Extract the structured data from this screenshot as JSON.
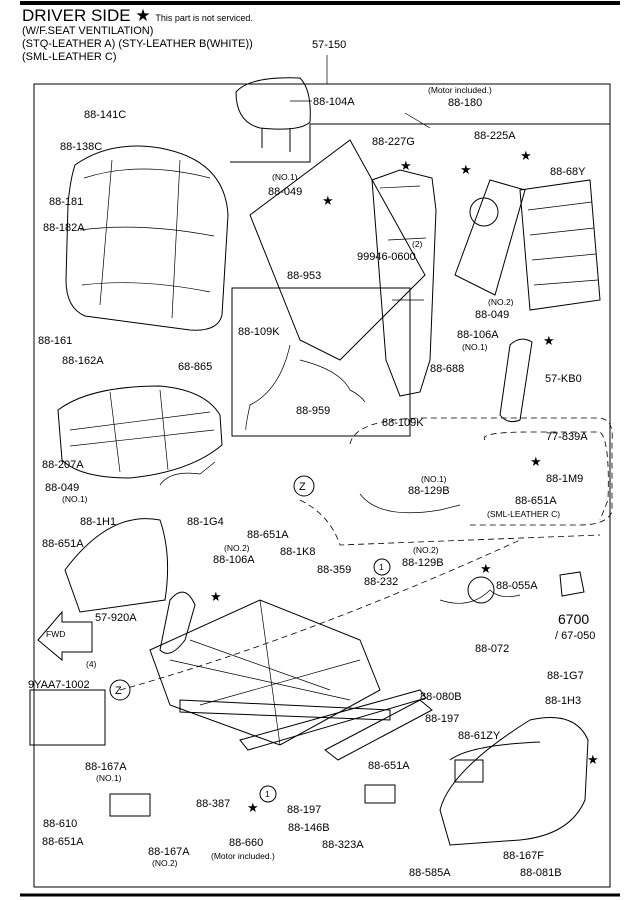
{
  "header": {
    "title": "DRIVER SIDE",
    "star": "★",
    "not_serviced": "This part is not serviced.",
    "line1": "(W/F.SEAT VENTILATION)",
    "line2": "(STQ-LEATHER A) (STY-LEATHER B(WHITE))",
    "line3": "(SML-LEATHER C)"
  },
  "labels": {
    "assy": "57-150",
    "motor_included": "(Motor included.)",
    "p88_180": "88-180",
    "p88_104A": "88-104A",
    "p88_141C": "88-141C",
    "p88_138C": "88-138C",
    "p88_181": "88-181",
    "p88_182A": "88-182A",
    "p88_227G": "88-227G",
    "p88_225A": "88-225A",
    "p88_68Y": "88-68Y",
    "no1": "(NO.1)",
    "no2": "(NO.2)",
    "p88_049": "88-049",
    "p99946": "99946-0600",
    "qty2": "(2)",
    "p88_953": "88-953",
    "p88_106A": "88-106A",
    "p88_109K": "88-109K",
    "p88_959": "88-959",
    "p88_688": "88-688",
    "p57_KB0": "57-KB0",
    "p88_161": "88-161",
    "p88_162A": "88-162A",
    "p68_865": "68-865",
    "p88_207A": "88-207A",
    "p77_839A": "77-839A",
    "p88_1M9": "88-1M9",
    "p88_651A": "88-651A",
    "sml": "(SML-LEATHER C)",
    "p88_129B": "88-129B",
    "z": "Z",
    "p88_1H1": "88-1H1",
    "p88_1G4": "88-1G4",
    "p88_1K8": "88-1K8",
    "p88_359": "88-359",
    "p88_232": "88-232",
    "p88_055A": "88-055A",
    "p6700": "6700",
    "p67_050": "/ 67-050",
    "p88_072": "88-072",
    "p57_920A": "57-920A",
    "fwd": "FWD",
    "qty4": "(4)",
    "p9YAA7": "9YAA7-1002",
    "p88_1G7": "88-1G7",
    "p88_080B": "88-080B",
    "p88_1H3": "88-1H3",
    "p88_197": "88-197",
    "p88_61ZY": "88-61ZY",
    "p88_167A": "88-167A",
    "p88_610": "88-610",
    "p88_387": "88-387",
    "p88_660": "88-660",
    "p88_146B": "88-146B",
    "p88_323A": "88-323A",
    "p88_167F": "88-167F",
    "p88_081B": "88-081B",
    "p88_585A": "88-585A",
    "one": "1"
  }
}
